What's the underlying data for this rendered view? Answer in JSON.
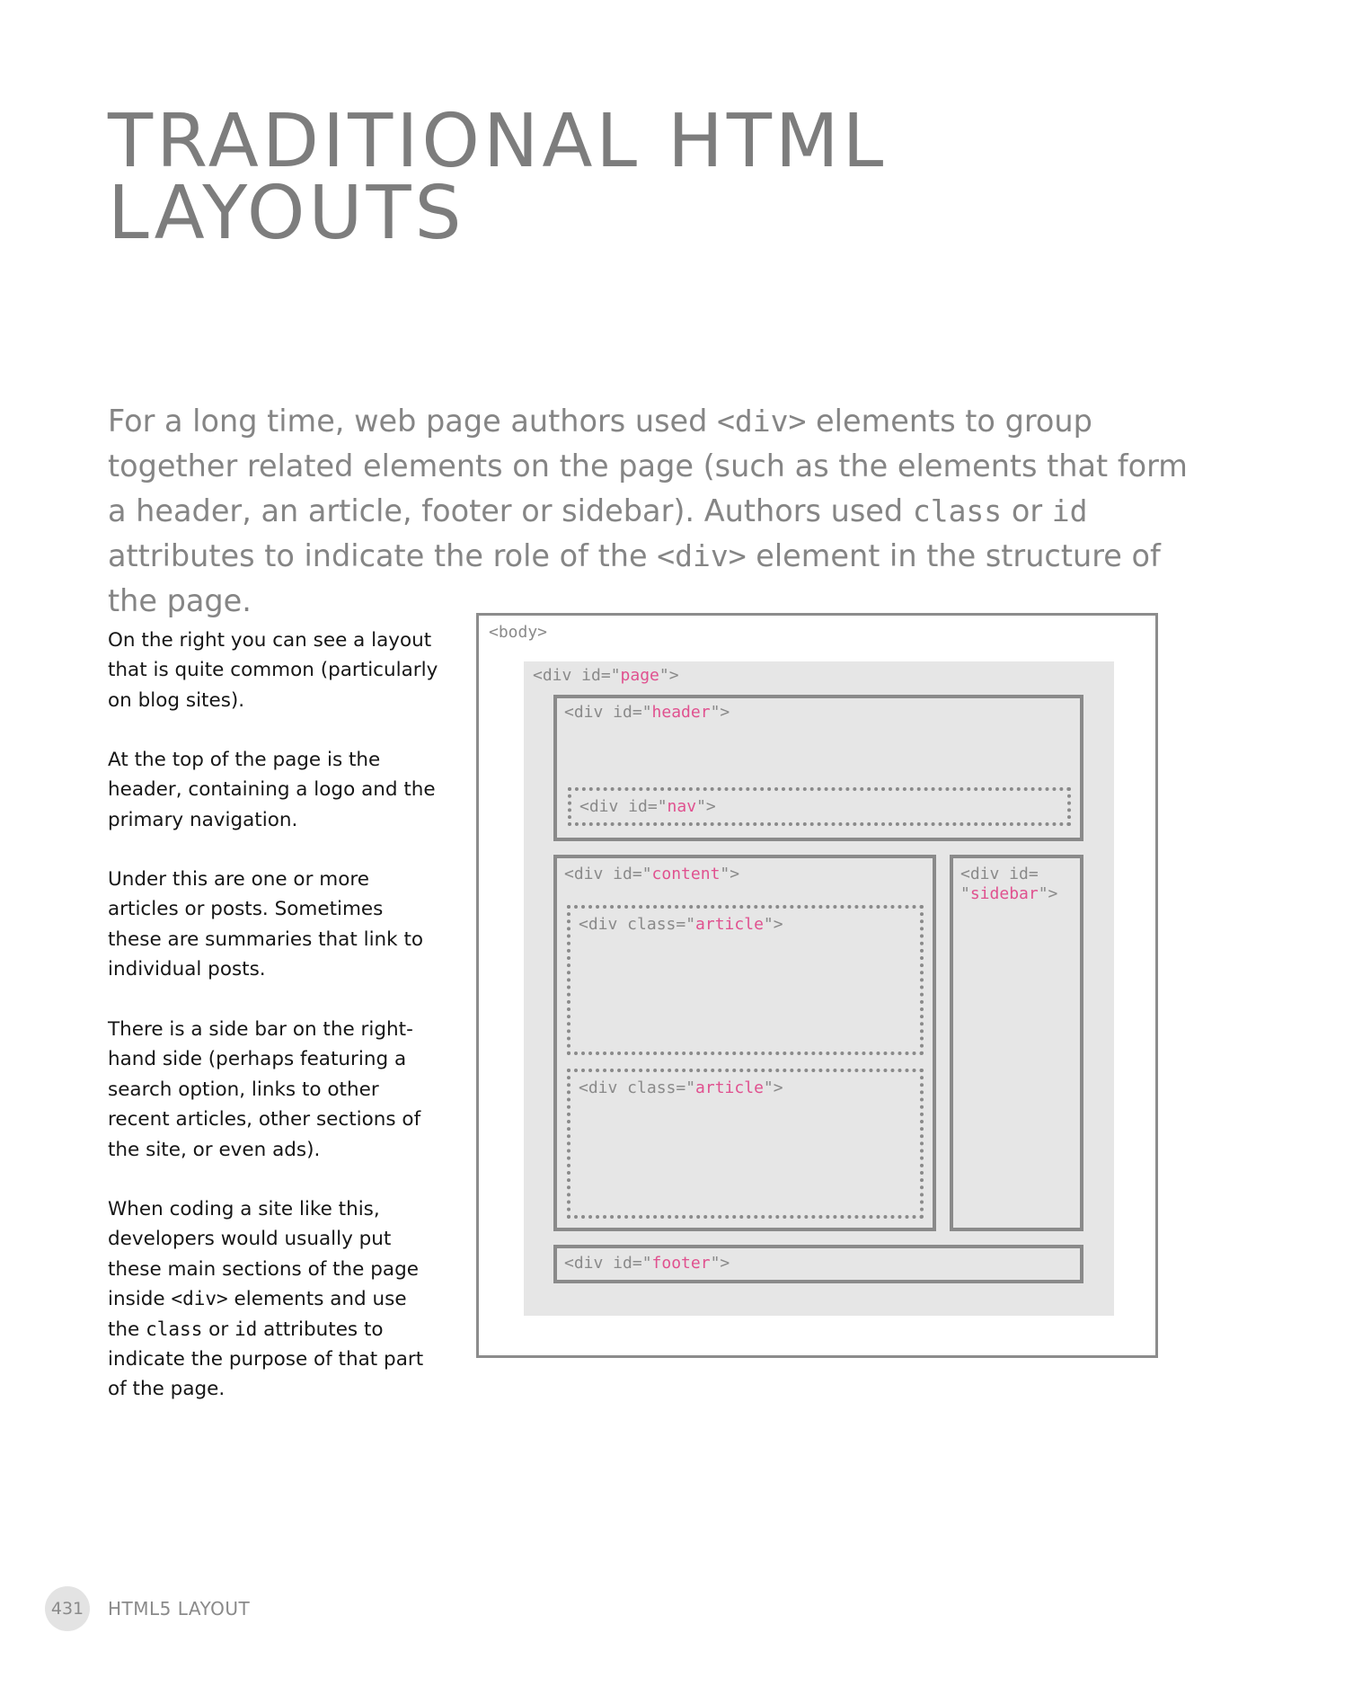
{
  "title": {
    "line1": "TRADITIONAL HTML",
    "line2": "LAYOUTS"
  },
  "intro": {
    "p1": "For a long time, web page authors used ",
    "code1": "<div>",
    "p2": " elements to group together related elements on the page (such as the elements that form a header, an article, footer or sidebar). Authors used ",
    "code2": "class",
    "p3": " or ",
    "code3": "id",
    "p4": " attributes to indicate the role of the ",
    "code4": "<div>",
    "p5": " element in the structure of the page."
  },
  "side": {
    "para1": "On the right you can see a layout that is quite common (particularly on blog sites).",
    "para2": "At the top of the page is the header, containing a logo and the primary navigation.",
    "para3": "Under this are one or more articles or posts. Sometimes these are summaries that link to individual posts.",
    "para4": "There is a side bar on the right-hand side (perhaps featuring a search option, links to other recent articles, other sections of the site, or even ads).",
    "para5": {
      "t1": "When coding a site like this, developers would usually put these main sections of the page inside ",
      "c1": "<div>",
      "t2": " elements and use the ",
      "c2": "class",
      "t3": " or ",
      "c3": "id",
      "t4": " attributes to indicate the purpose of that part of the page."
    }
  },
  "diagram": {
    "body_tag": "<body>",
    "page": {
      "pre": "<div id=\"",
      "val": "page",
      "post": "\">"
    },
    "header": {
      "pre": "<div id=\"",
      "val": "header",
      "post": "\">"
    },
    "nav": {
      "pre": "<div id=\"",
      "val": "nav",
      "post": "\">"
    },
    "content": {
      "pre": "<div id=\"",
      "val": "content",
      "post": "\">"
    },
    "article1": {
      "pre": "<div class=\"",
      "val": "article",
      "post": "\">"
    },
    "article2": {
      "pre": "<div class=\"",
      "val": "article",
      "post": "\">"
    },
    "sidebar": {
      "pre1": "<div id=",
      "pre2": "\"",
      "val": "sidebar",
      "post": "\">"
    },
    "footer": {
      "pre": "<div id=\"",
      "val": "footer",
      "post": "\">"
    },
    "colors": {
      "value": "#e0518f",
      "code": "#8a8a8a",
      "page_fill": "#e6e6e6",
      "border": "#8a8a8a"
    }
  },
  "footer": {
    "page_number": "431",
    "section": "HTML5 LAYOUT"
  }
}
